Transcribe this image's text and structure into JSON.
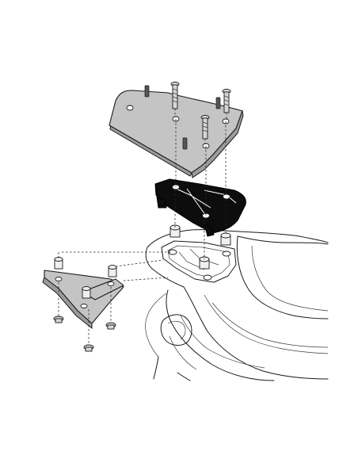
{
  "figure": {
    "kind": "exploded-assembly-drawing",
    "colors": {
      "line": "#1a1a1a",
      "top_plate_fill": "#c4c4c4",
      "adapter_fill": "#0d0d0d",
      "hardware_fill": "#d6d6d6",
      "background": "#ffffff"
    },
    "parts": [
      "top-plate",
      "mounting-bolt",
      "adapter-bracket",
      "spacer-sleeve",
      "side-bracket",
      "lock-nut",
      "scooter-rear-body"
    ]
  }
}
